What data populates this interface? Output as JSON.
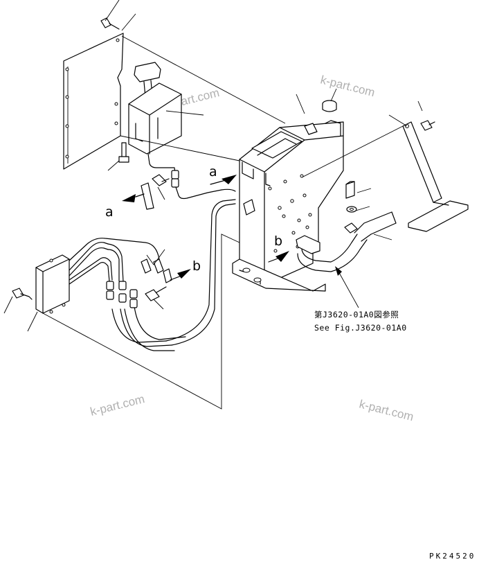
{
  "diagram": {
    "callout_letters": [
      "a",
      "a",
      "b",
      "b"
    ],
    "reference_note": {
      "japanese": "第J3620-01A0図参照",
      "english": "See Fig.J3620-01A0"
    },
    "watermark_text": "k-part.com",
    "drawing_code": "PK24520"
  }
}
